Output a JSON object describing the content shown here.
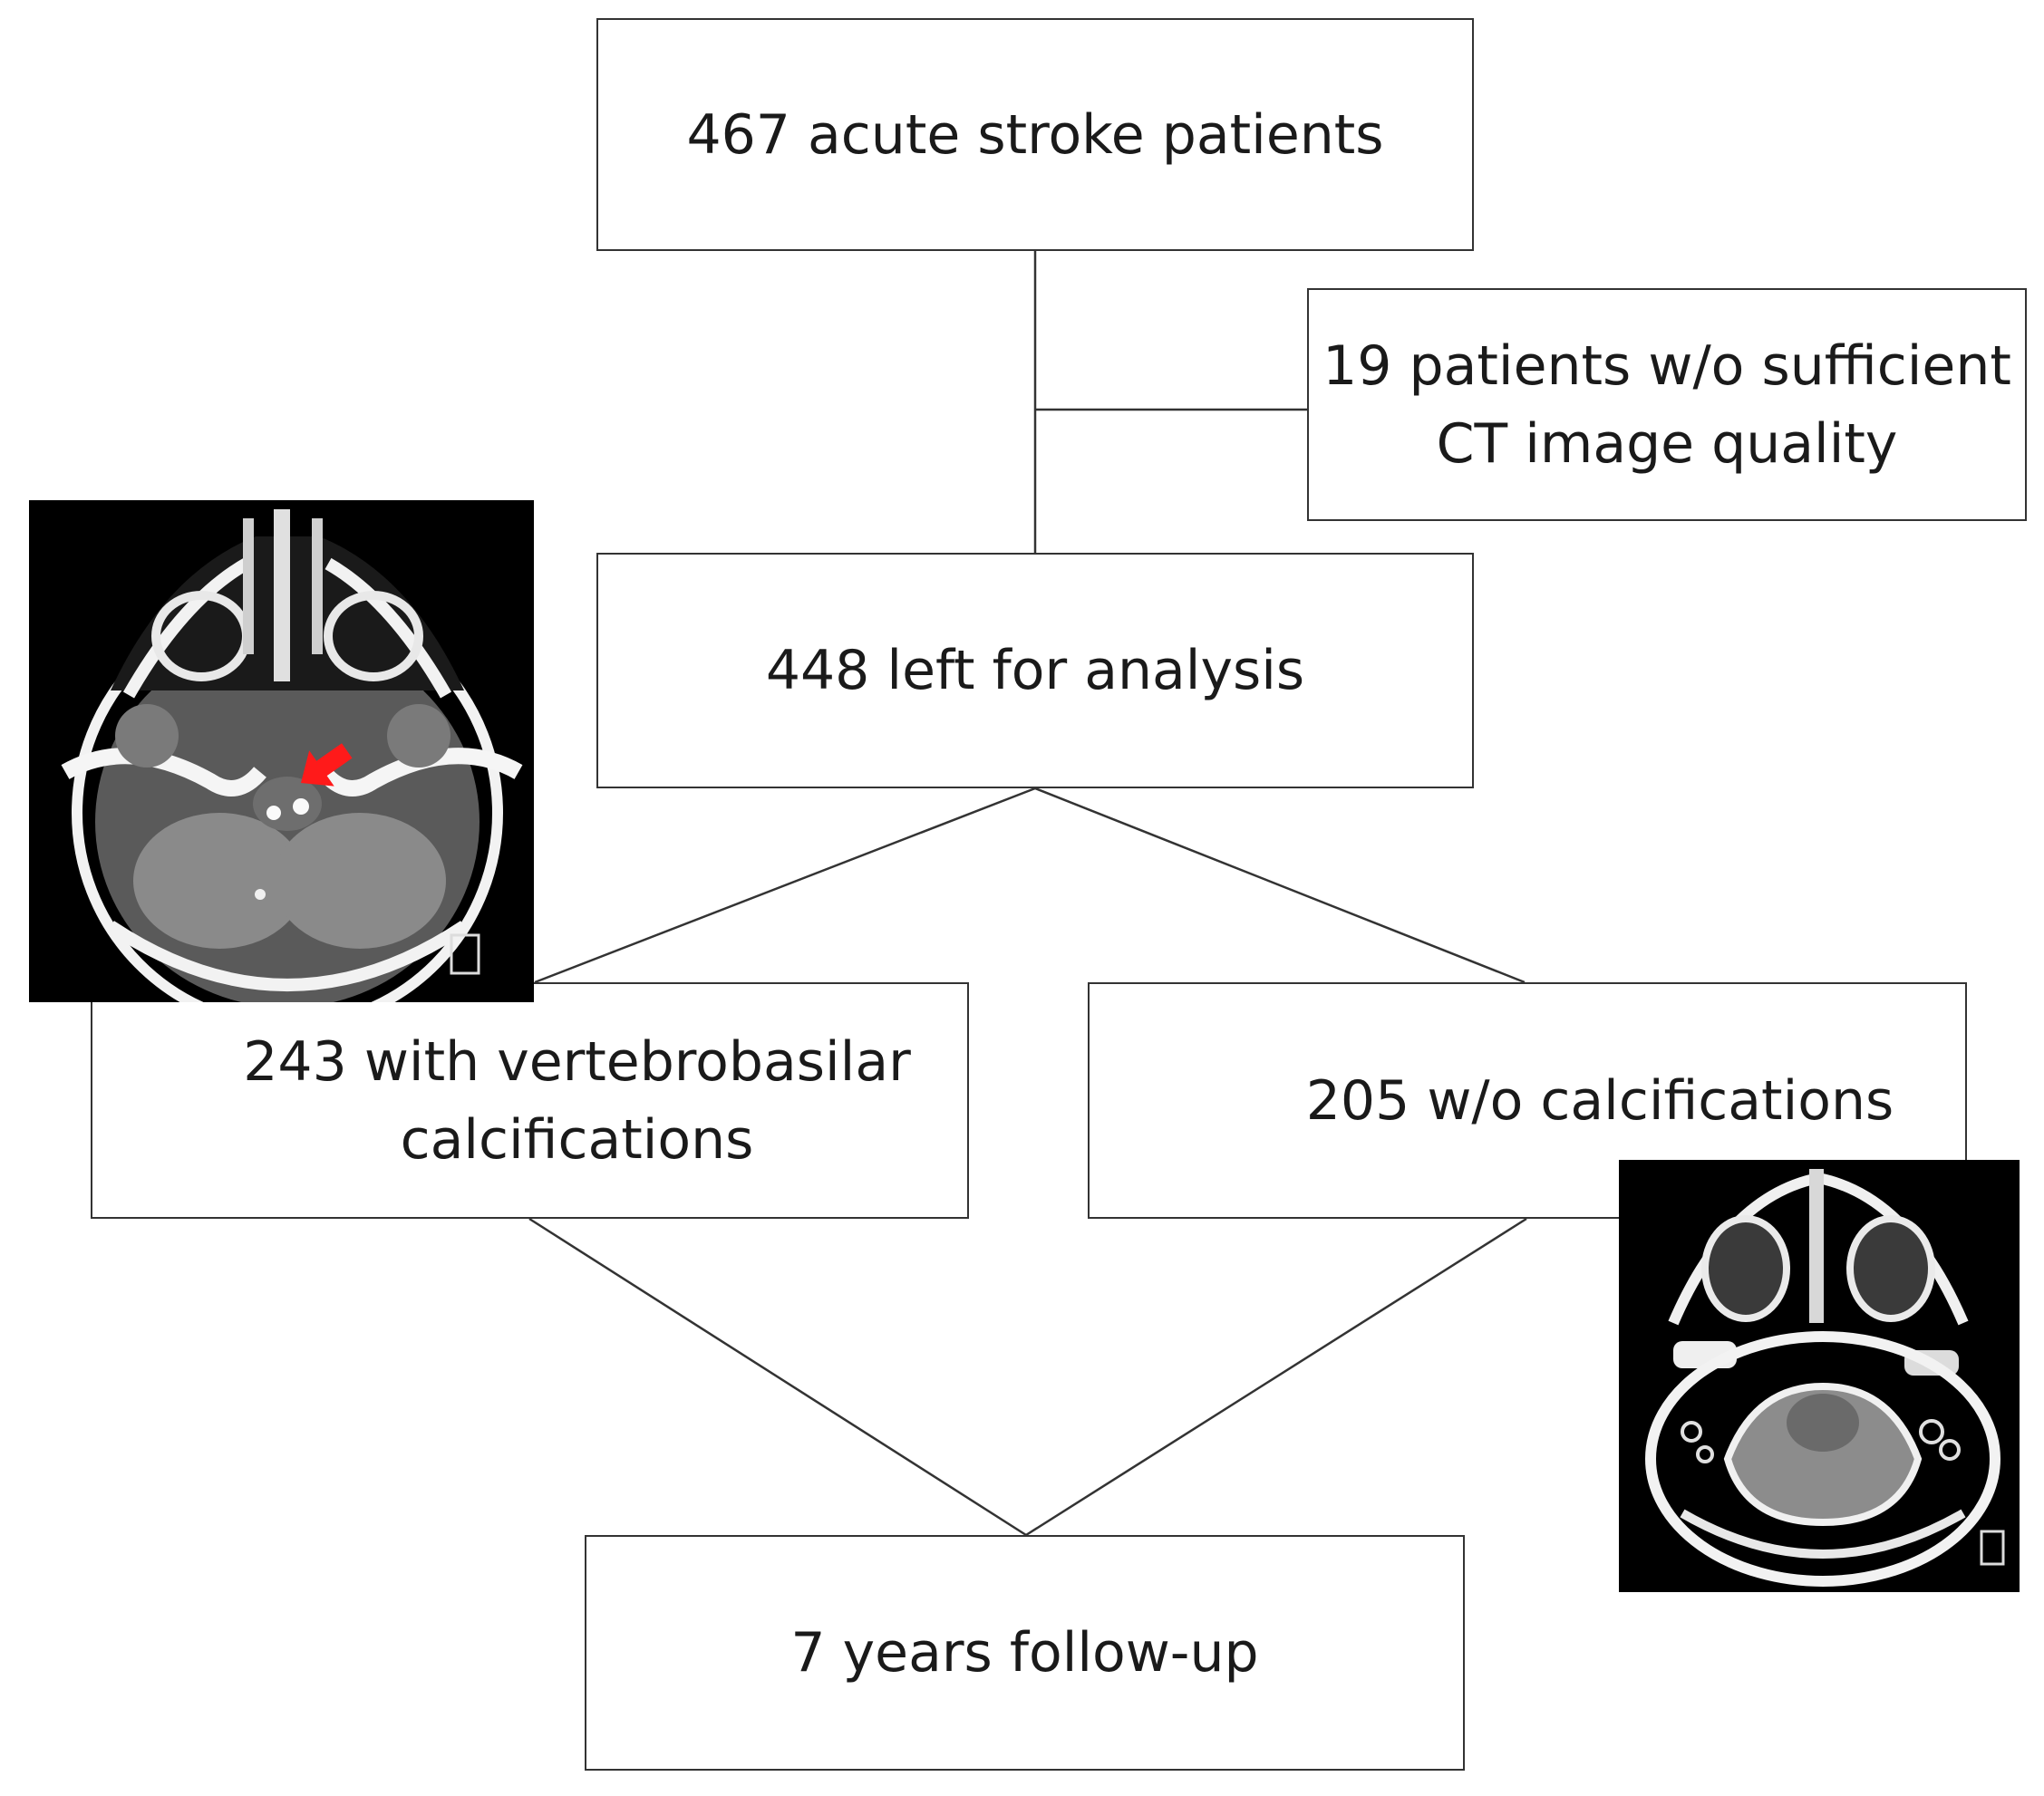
{
  "flow": {
    "total": "467 acute stroke patients",
    "excluded": [
      "19 patients w/o sufficient",
      "CT image quality"
    ],
    "analysis": "448 left for analysis",
    "with_calc": [
      "243 with vertebrobasilar",
      "calcifications"
    ],
    "without_calc": "205 w/o calcifications",
    "followup": "7 years follow-up"
  },
  "colors": {
    "line": "#333333",
    "arrow": "#ff1a1a"
  },
  "images": [
    {
      "name": "ct-scan-with-calcification",
      "marker": "red-arrow-icon"
    },
    {
      "name": "ct-scan-without-calcification"
    }
  ]
}
